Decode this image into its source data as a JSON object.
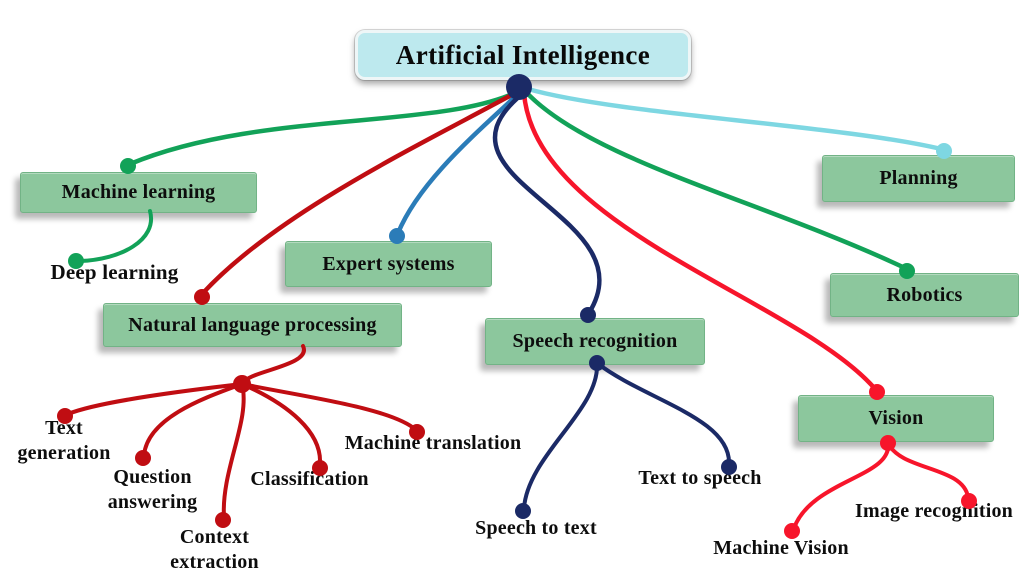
{
  "diagram": {
    "root": {
      "label": "Artificial Intelligence"
    },
    "branches": [
      {
        "id": "machine-learning",
        "label": "Machine learning",
        "color": "#12a258",
        "children": [
          "Deep learning"
        ]
      },
      {
        "id": "natural-language-processing",
        "label": "Natural language processing",
        "color": "#c00d12",
        "children": [
          "Text generation",
          "Question answering",
          "Context extraction",
          "Classification",
          "Machine translation"
        ]
      },
      {
        "id": "expert-systems",
        "label": "Expert systems",
        "color": "#2b7cb8",
        "children": []
      },
      {
        "id": "speech-recognition",
        "label": "Speech recognition",
        "color": "#1b2a66",
        "children": [
          "Speech to text",
          "Text to speech"
        ]
      },
      {
        "id": "planning",
        "label": "Planning",
        "color": "#7ed7e2",
        "children": []
      },
      {
        "id": "robotics",
        "label": "Robotics",
        "color": "#12a258",
        "children": []
      },
      {
        "id": "vision",
        "label": "Vision",
        "color": "#f7152b",
        "children": [
          "Machine Vision",
          "Image recognition"
        ]
      }
    ],
    "colors": {
      "root_fill": "#bde9ee",
      "node_fill": "#8cc79d",
      "node_border": "#72b386",
      "hub_dot": "#1b2a66",
      "green_branch": "#12a258",
      "dark_red_branch": "#c00d12",
      "blue_branch": "#2b7cb8",
      "navy_branch": "#1b2a66",
      "bright_red_branch": "#f7152b",
      "cyan_branch": "#7ed7e2"
    }
  }
}
